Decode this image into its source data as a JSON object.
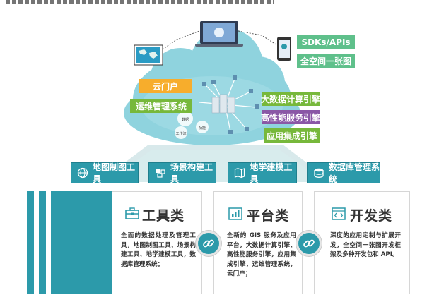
{
  "cloud": {
    "left_tags": [
      "云门户",
      "运维管理系统"
    ],
    "right_tags": [
      "大数据计算引擎",
      "高性能服务引擎",
      "应用集成引擎"
    ],
    "top_right_tags": [
      "SDKs/APIs",
      "全空间一张图"
    ],
    "network_labels": [
      "数据",
      "工作流",
      "功能"
    ]
  },
  "tools": [
    "地图制图工具",
    "场景构建工具",
    "地学建模工具",
    "数据库管理系统"
  ],
  "cards": [
    {
      "title": "工具类",
      "body": "全面的数据处理及管理工具，地图制图工具、场景构建工具、地学建模工具，数据库管理系统；"
    },
    {
      "title": "平台类",
      "body": "全新的 GIS 服务及应用平台，大数据计算引擎、高性能服务引擎，应用集成引擎，运维管理系统，云门户；"
    },
    {
      "title": "开发类",
      "body": "深度的应用定制与扩展开发，全空间一张图开发框架及多种开发包和 API。"
    }
  ],
  "colors": {
    "teal": "#2c9aaa",
    "orange": "#f7ad2c",
    "green": "#77b83b",
    "purple": "#8a57a6",
    "mint": "#5fc08b",
    "cloud": "#8fd3de"
  }
}
